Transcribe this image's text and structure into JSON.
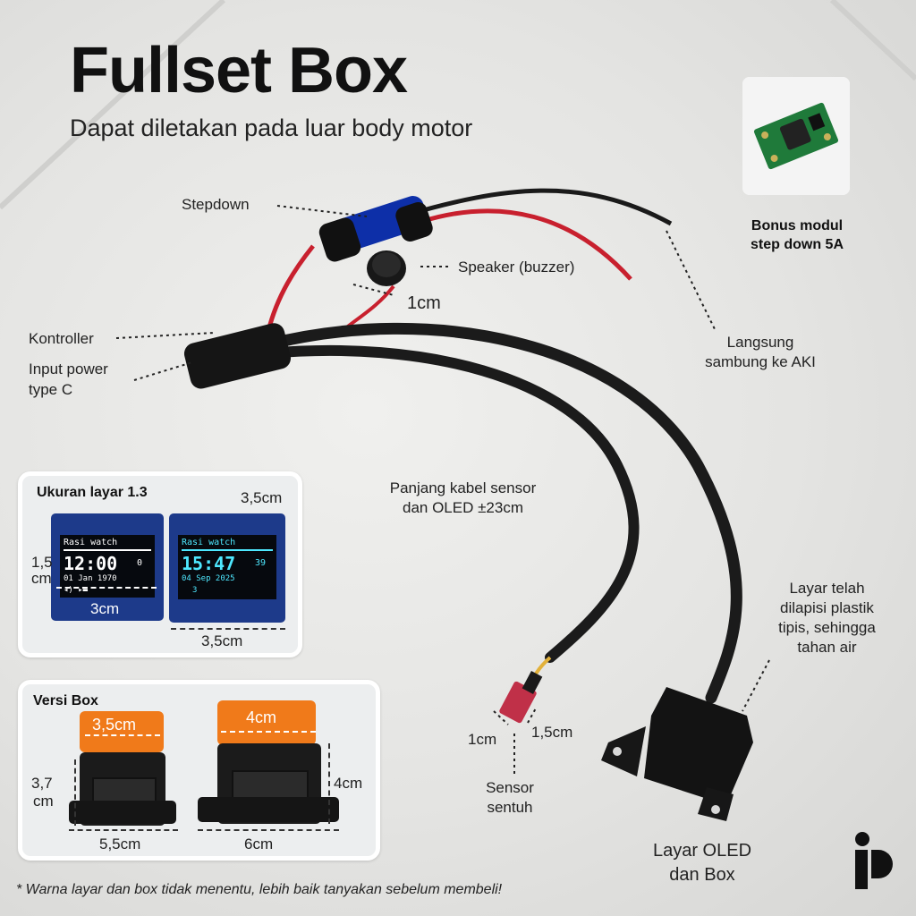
{
  "title": "Fullset Box",
  "subtitle": "Dapat diletakan pada luar body motor",
  "labels": {
    "stepdown": "Stepdown",
    "speaker": "Speaker (buzzer)",
    "speaker_size": "1cm",
    "kontroller": "Kontroller",
    "input_power_1": "Input power",
    "input_power_2": "type C",
    "aki_1": "Langsung",
    "aki_2": "sambung ke AKI",
    "cable_1": "Panjang kabel sensor",
    "cable_2": "dan OLED ±23cm",
    "layar_1": "Layar telah",
    "layar_2": "dilapisi plastik",
    "layar_3": "tipis, sehingga",
    "layar_4": "tahan air",
    "sensor_w": "1cm",
    "sensor_h": "1,5cm",
    "sensor_1": "Sensor",
    "sensor_2": "sentuh",
    "oled_box_1": "Layar OLED",
    "oled_box_2": "dan Box"
  },
  "bonus": {
    "line1": "Bonus modul",
    "line2": "step down 5A"
  },
  "screen_panel": {
    "title": "Ukuran layar 1.3",
    "dim_top": "3,5cm",
    "dim_left_1": "1,5",
    "dim_left_2": "cm",
    "dim_inner": "3cm",
    "dim_bottom": "3,5cm",
    "oled1": {
      "header": "Rasi watch",
      "time": "12:00",
      "date": "01 Jan 1970",
      "badge": "0"
    },
    "oled2": {
      "header": "Rasi watch",
      "time": "15:47",
      "date": "04 Sep 2025",
      "badge": "39",
      "footer": "3"
    }
  },
  "box_panel": {
    "title": "Versi Box",
    "box1_top": "3,5cm",
    "box1_height_1": "3,7",
    "box1_height_2": "cm",
    "box1_width": "5,5cm",
    "box2_top": "4cm",
    "box2_height": "4cm",
    "box2_width": "6cm"
  },
  "footnote": "* Warna layar dan box tidak menentu, lebih baik tanyakan sebelum membeli!",
  "colors": {
    "wire_red": "#c8202e",
    "wire_black": "#1a1a1a",
    "oled_text": "#ffffff",
    "oled_text_2": "#4ee8ff",
    "box_orange": "#f07a1a",
    "board_blue": "#1d3a8a"
  }
}
